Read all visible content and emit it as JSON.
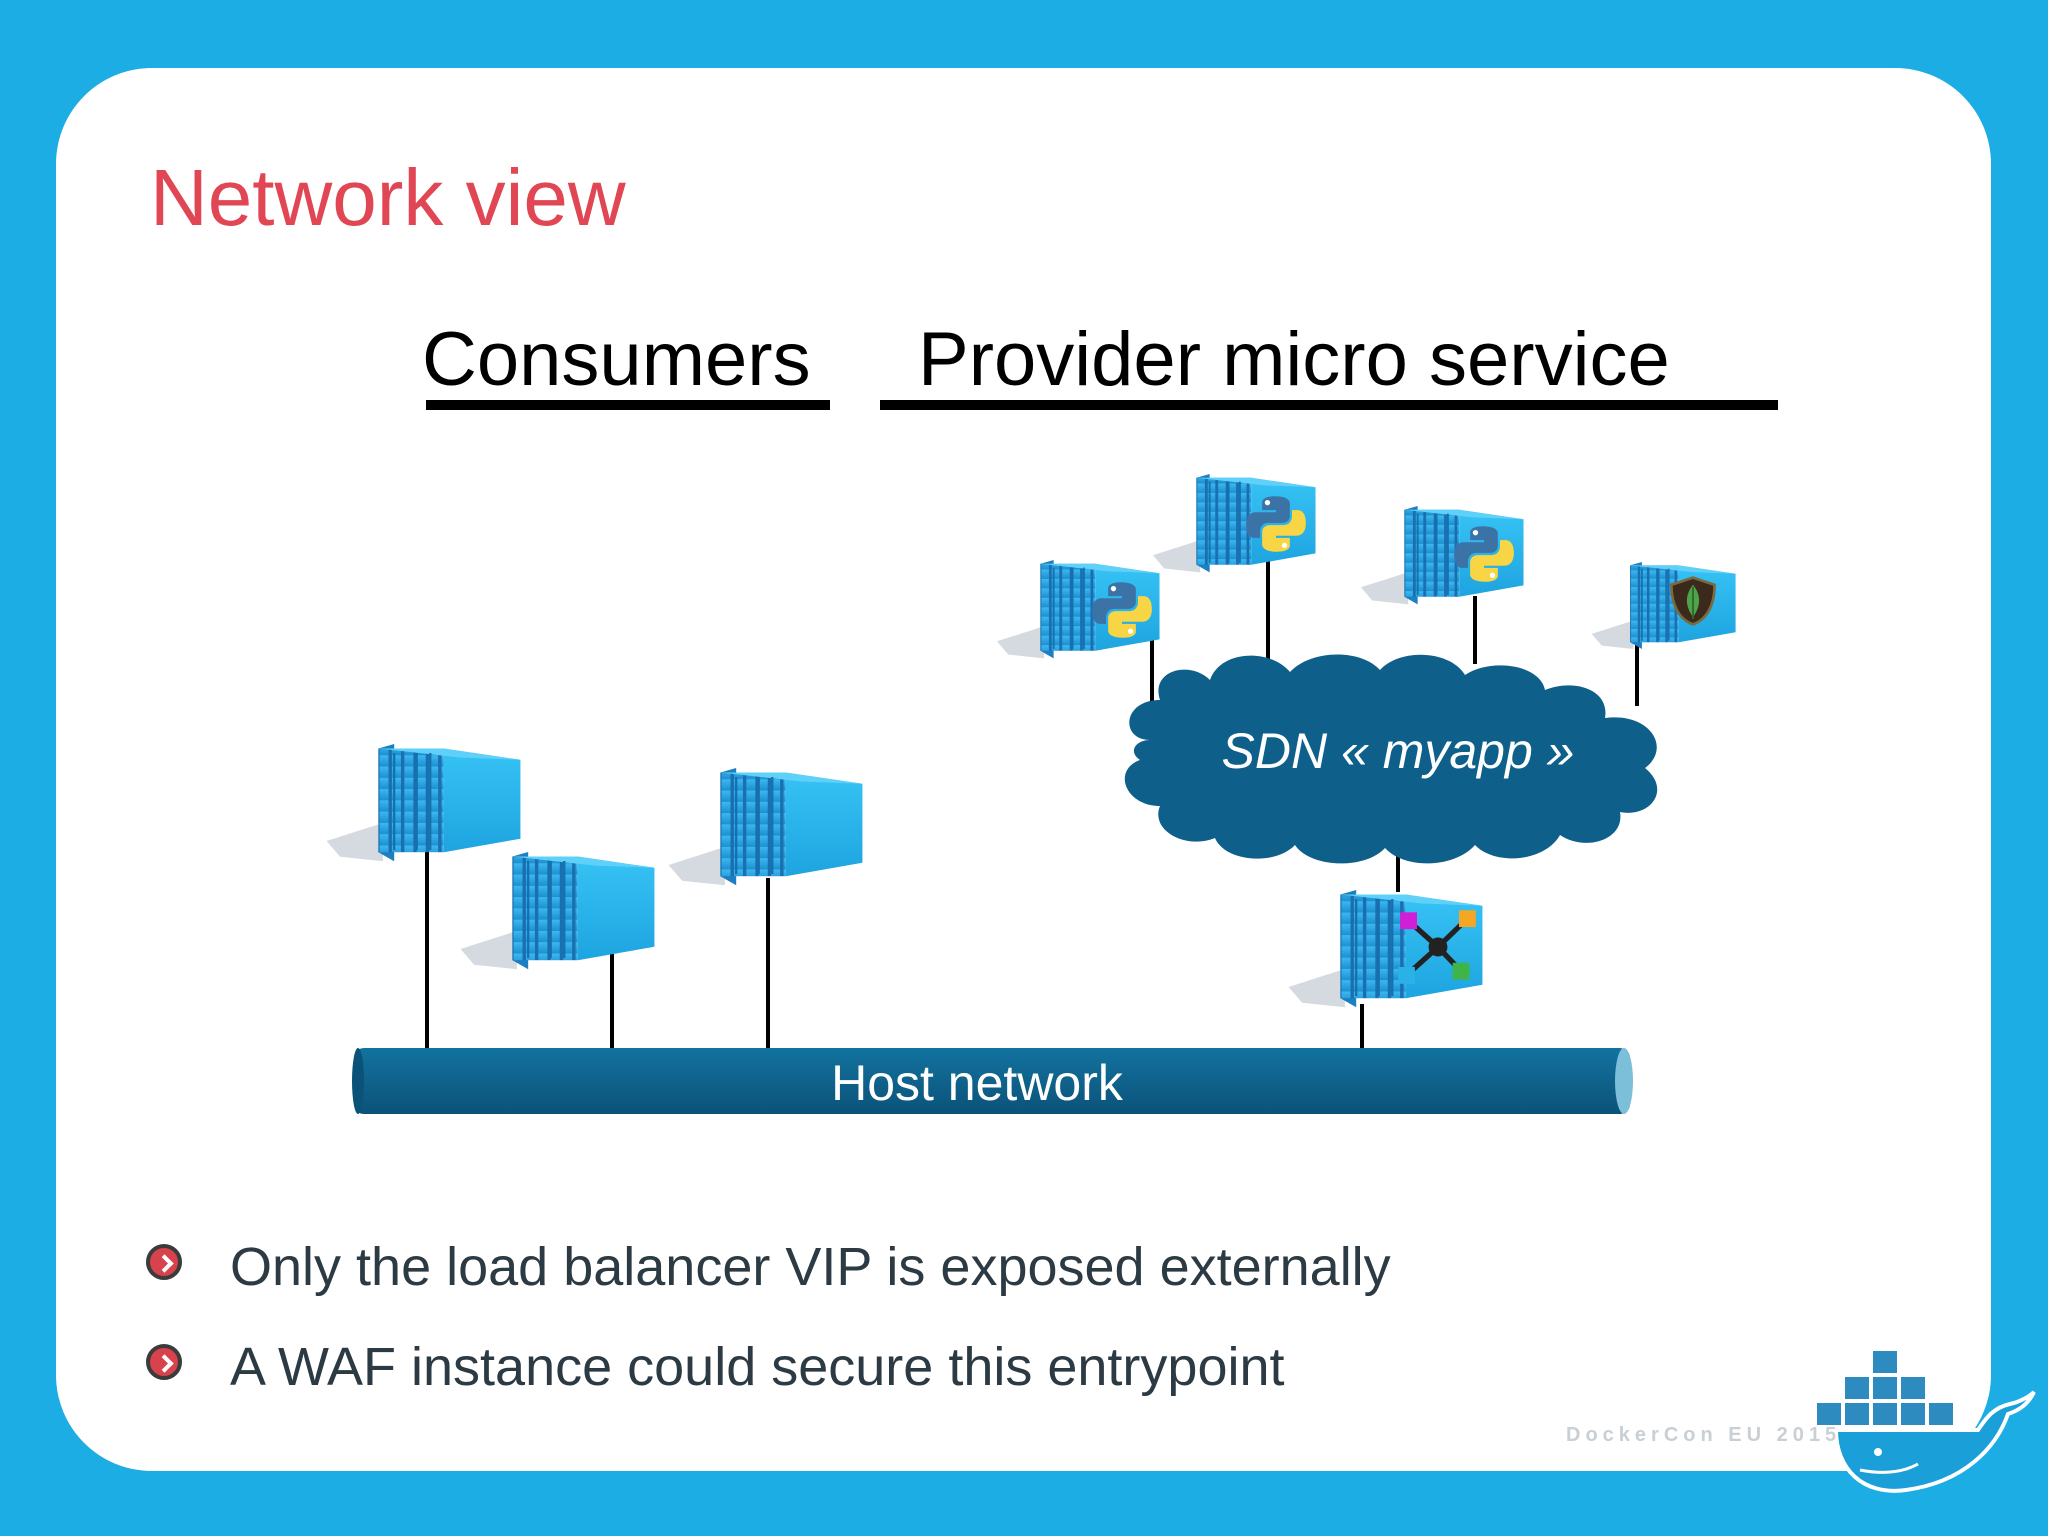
{
  "slide": {
    "title": "Network view",
    "headings": {
      "consumers": "Consumers",
      "provider": "Provider micro service"
    }
  },
  "diagram": {
    "sdn_label": "SDN « myapp »",
    "host_network_label": "Host network",
    "containers": {
      "consumers": [
        "plain",
        "plain",
        "plain"
      ],
      "provider": [
        "python",
        "python",
        "python",
        "mongodb"
      ],
      "load_balancer": "network-hub"
    },
    "colors": {
      "container": "#29a9e6",
      "network_bar": "#0e5f8a",
      "cloud": "#0e5f8a",
      "title": "#e04653"
    }
  },
  "bullets": [
    "Only the load balancer VIP is exposed externally",
    "A WAF instance could secure this entrypoint"
  ],
  "footer": {
    "event": "DockerCon EU 2015"
  }
}
